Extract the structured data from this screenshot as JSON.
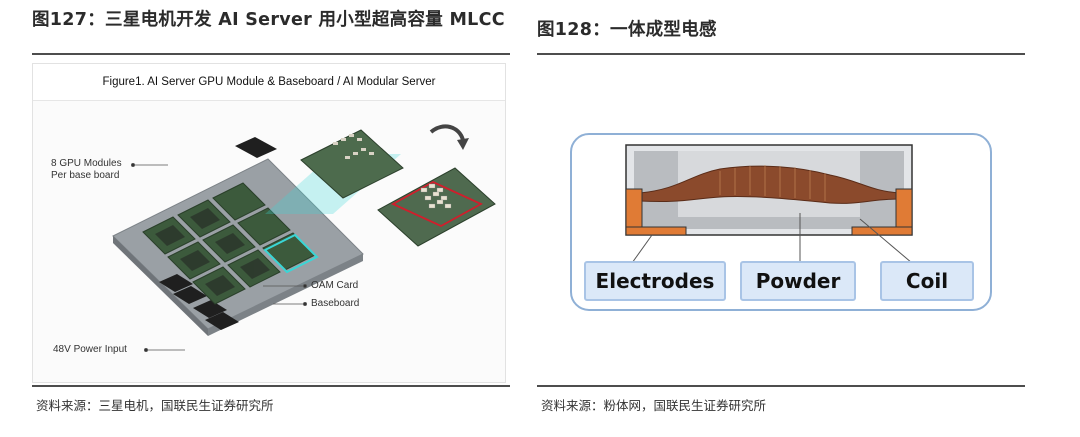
{
  "left": {
    "title": "图127：三星电机开发 AI Server 用小型超高容量 MLCC",
    "figure_caption": "Figure1. AI Server GPU Module & Baseboard / AI Modular Server",
    "labels": {
      "gpu_modules": "8 GPU Modules\nPer base board",
      "oam_card": "OAM Card",
      "baseboard": "Baseboard",
      "power_input": "48V Power Input"
    },
    "source": "资料来源：三星电机，国联民生证券研究所"
  },
  "right": {
    "title": "图128：一体成型电感",
    "labels": {
      "electrodes": "Electrodes",
      "powder": "Powder",
      "coil": "Coil"
    },
    "source": "资料来源：粉体网，国联民生证券研究所"
  },
  "colors": {
    "rule": "#4d4d4d",
    "tag_fill": "#dbe8f8",
    "tag_border": "#a9c4e6",
    "board": "#8a8f93",
    "module": "#3c5a3c",
    "highlight": "#3ad6d6",
    "electrode": "#e07b35",
    "coil": "#8b4a2c"
  }
}
